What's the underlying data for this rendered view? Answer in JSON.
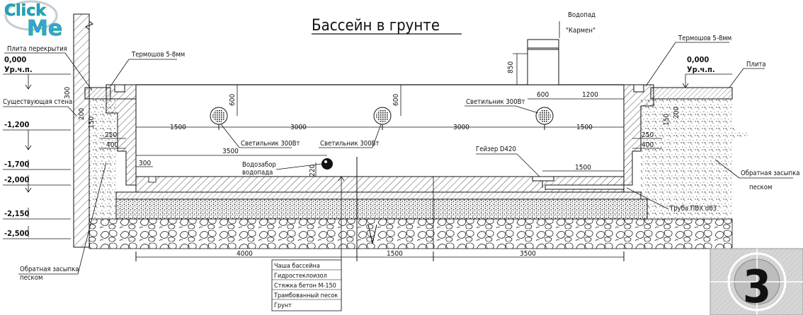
{
  "title": "Бассейн в грунте",
  "logo": {
    "line1": "Click",
    "line2": "Me"
  },
  "badge": {
    "number": "3"
  },
  "levels": [
    "0,000",
    "Ур.ч.п.",
    "-1,200",
    "-1,700",
    "-2,000",
    "-2,150",
    "-2,500"
  ],
  "right_level": {
    "value": "0,000",
    "label": "Ур.ч.п."
  },
  "labels": {
    "slab_left": "Плита перекрытия",
    "existing_wall": "Существующая стена",
    "thermoshov_left": "Термошов 5-8мм",
    "thermoshov_right": "Термошов 5-8мм",
    "waterfall_line1": "Водопад",
    "waterfall_line2": "\"Кармен\"",
    "slab_right": "Плита",
    "lamp_right": "Светильник 300Вт",
    "lamp_mid_left": "Светильник 300Вт",
    "lamp_mid": "Светильник 300Вт",
    "geyser": "Гейзер D420",
    "intake_line1": "Водозабор",
    "intake_line2": "водопада",
    "backfill_right_line1": "Обратная засыпка",
    "backfill_right_line2": "песком",
    "pipe": "Труба ПВХ d63",
    "backfill_left_line1": "Обратная засыпка",
    "backfill_left_line2": "песком"
  },
  "dimensions": {
    "d850": "850",
    "d600_top": "600",
    "d1200": "1200",
    "d600_v1": "600",
    "d600_v2": "600",
    "d300_left": "300",
    "d200_left": "200",
    "d150_left": "150",
    "d250_left": "250",
    "d400_left": "400",
    "d200_right": "200",
    "d150_right": "150",
    "d250_right": "250",
    "d400_right": "400",
    "d1500_a": "1500",
    "d3000_a": "3000",
    "d3000_b": "3000",
    "d1500_b": "1500",
    "d3500_top": "3500",
    "d300_inner": "300",
    "d220": "220",
    "d1500_geyser": "1500",
    "d4000": "4000",
    "d1500_bottom": "1500",
    "d3500_bottom": "3500"
  },
  "layers": [
    "Чаша бассейна",
    "Гидростеклоизол",
    "Стяжка бетон М-150",
    "Трамбованный песок",
    "Грунт"
  ]
}
